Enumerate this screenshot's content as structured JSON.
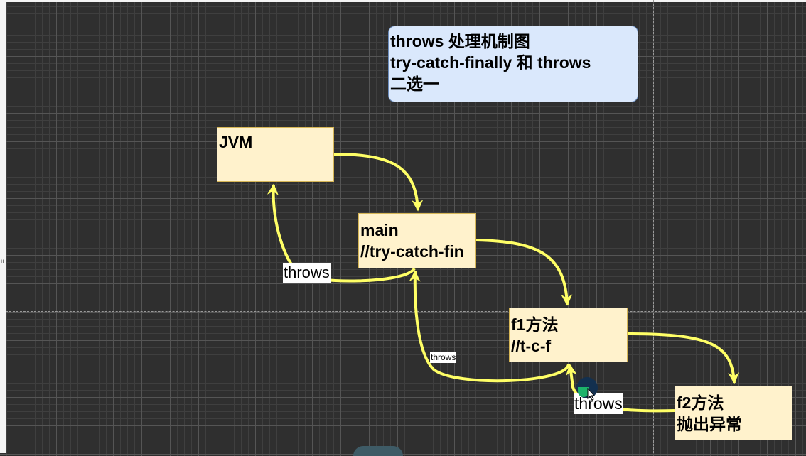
{
  "canvas": {
    "background": "#2f2f2f",
    "grid_visible": true
  },
  "title_box": {
    "line1": "throws 处理机制图",
    "line2": "try-catch-finally 和 throws",
    "line3": "二选一",
    "fill": "#dae8fc",
    "stroke": "#6c8ebf"
  },
  "nodes": {
    "jvm": {
      "line1": "JVM"
    },
    "main": {
      "line1": "main",
      "line2": "//try-catch-fin"
    },
    "f1": {
      "line1": "f1方法",
      "line2": "//t-c-f"
    },
    "f2": {
      "line1": "f2方法",
      "line2": "抛出异常"
    },
    "fill": "#fff2cc",
    "stroke": "#d6b656"
  },
  "edge_labels": {
    "main_to_jvm": "throws",
    "f1_to_main": "throws",
    "f2_to_f1": "throws"
  },
  "edge_color": "#ffff66"
}
